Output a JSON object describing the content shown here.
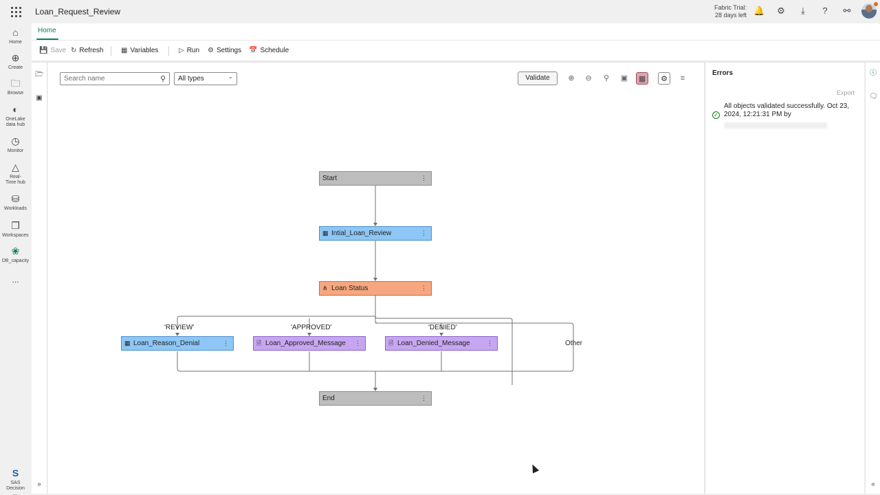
{
  "header": {
    "app_title": "Loan_Request_Review",
    "trial_line1": "Fabric Trial:",
    "trial_line2": "28 days left",
    "icons": [
      "notifications-icon",
      "settings-icon",
      "download-icon",
      "help-icon",
      "share-icon"
    ]
  },
  "leftnav": {
    "items": [
      {
        "label": "Home",
        "icon": "home-icon"
      },
      {
        "label": "Create",
        "icon": "create-icon"
      },
      {
        "label": "Browse",
        "icon": "browse-icon"
      },
      {
        "label": "OneLake data hub",
        "icon": "onelake-icon"
      },
      {
        "label": "Monitor",
        "icon": "monitor-icon"
      },
      {
        "label": "Real-Time hub",
        "icon": "realtime-icon"
      },
      {
        "label": "Workloads",
        "icon": "workloads-icon"
      },
      {
        "label": "Workspaces",
        "icon": "workspaces-icon"
      },
      {
        "label": "DB_capacity",
        "icon": "capacity-icon"
      }
    ],
    "more": "...",
    "bottom_label": "SAS Decision ..."
  },
  "ribbon": {
    "tab": "Home",
    "save": "Save",
    "refresh": "Refresh",
    "variables": "Variables",
    "run": "Run",
    "settings": "Settings",
    "schedule": "Schedule"
  },
  "canvas": {
    "search_placeholder": "Search name",
    "type_filter": "All types",
    "validate": "Validate",
    "nodes": {
      "start": "Start",
      "initial_review": "Intial_Loan_Review",
      "loan_status": "Loan Status",
      "reason_denial": "Loan_Reason_Denial",
      "approved_message": "Loan_Approved_Message",
      "denied_message": "Loan_Denied_Message",
      "end": "End"
    },
    "branch_labels": {
      "review": "'REVIEW'",
      "approved": "'APPROVED'",
      "denied": "'DENIED'",
      "other": "Other"
    }
  },
  "errors_panel": {
    "title": "Errors",
    "export": "Export",
    "message": "All objects validated successfully. Oct 23, 2024, 12:21:31 PM by"
  },
  "colors": {
    "accent": "#117865",
    "node_gray": "#bdbdbd",
    "node_blue": "#8ec6f5",
    "node_orange": "#f6a77f",
    "node_purple": "#c7a6f1",
    "success": "#107c10"
  }
}
